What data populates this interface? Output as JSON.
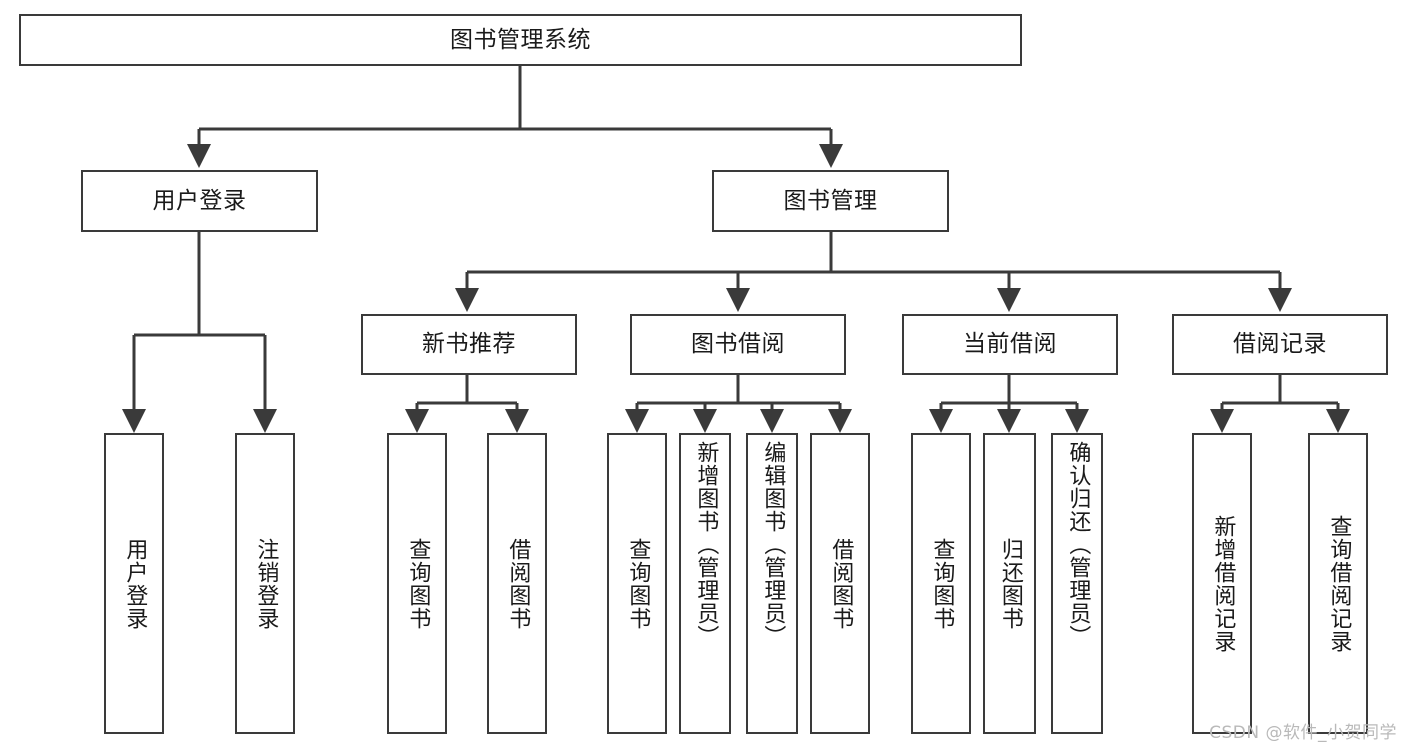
{
  "diagram": {
    "type": "tree-hierarchy-chart",
    "title": "图书管理系统",
    "watermark": "CSDN @软件_小贺同学",
    "colors": {
      "box_border": "#3a3a3a",
      "connector": "#3a3a3a",
      "background": "#ffffff",
      "text": "#1a1a1a",
      "watermark": "#b9b9b9"
    },
    "root": {
      "label": "图书管理系统"
    },
    "level2": [
      {
        "label": "用户登录"
      },
      {
        "label": "图书管理"
      }
    ],
    "level3": [
      {
        "label": "新书推荐"
      },
      {
        "label": "图书借阅"
      },
      {
        "label": "当前借阅"
      },
      {
        "label": "借阅记录"
      }
    ],
    "leaves": {
      "user_login": [
        {
          "label": "用户登录"
        },
        {
          "label": "注销登录"
        }
      ],
      "new_book_recommend": [
        {
          "label": "查询图书"
        },
        {
          "label": "借阅图书"
        }
      ],
      "book_borrow": [
        {
          "label": "查询图书"
        },
        {
          "label": "新增图书（管理员）"
        },
        {
          "label": "编辑图书（管理员）"
        },
        {
          "label": "借阅图书"
        }
      ],
      "current_borrow": [
        {
          "label": "查询图书"
        },
        {
          "label": "归还图书"
        },
        {
          "label": "确认归还（管理员）"
        }
      ],
      "borrow_record": [
        {
          "label": "新增借阅记录"
        },
        {
          "label": "查询借阅记录"
        }
      ]
    }
  }
}
